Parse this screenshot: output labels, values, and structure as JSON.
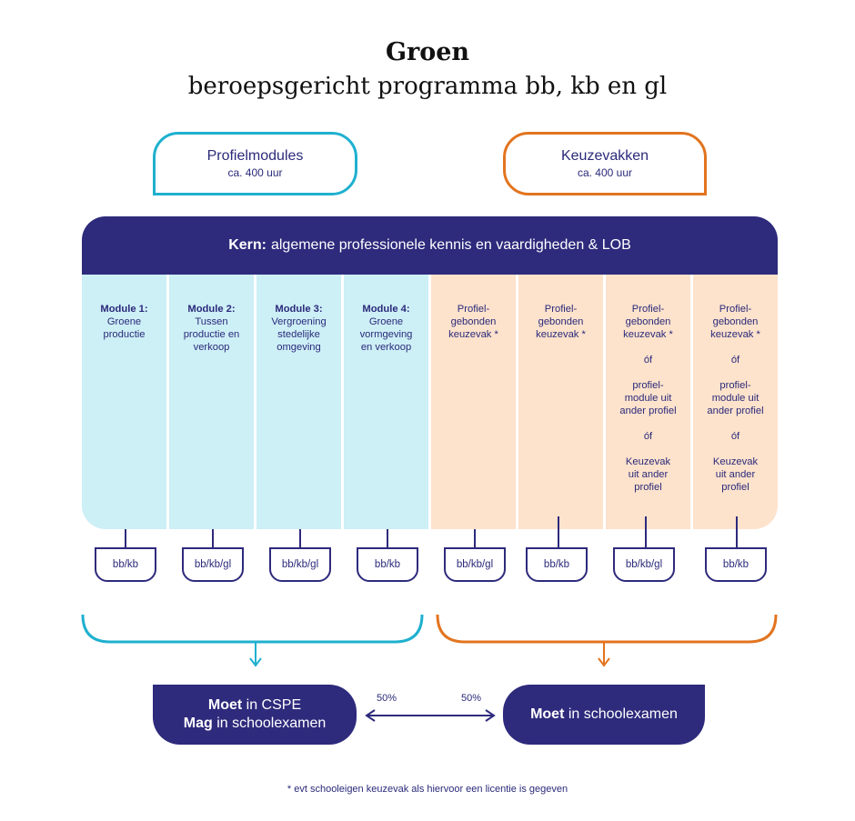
{
  "title": "Groen",
  "subtitle": "beroepsgericht programma bb, kb en gl",
  "headers": {
    "left": {
      "title": "Profielmodules",
      "sub": "ca. 400 uur"
    },
    "right": {
      "title": "Keuzevakken",
      "sub": "ca. 400 uur"
    }
  },
  "kern": {
    "bold": "Kern:",
    "text": "algemene professionele kennis en vaardigheden & LOB"
  },
  "columns": [
    {
      "bold": "Module 1:",
      "lines": [
        "Groene",
        "productie"
      ],
      "tag": "bb/kb"
    },
    {
      "bold": "Module 2:",
      "lines": [
        "Tussen",
        "productie en",
        "verkoop"
      ],
      "tag": "bb/kb/gl"
    },
    {
      "bold": "Module 3:",
      "lines": [
        "Vergroening",
        "stedelijke",
        "omgeving"
      ],
      "tag": "bb/kb/gl"
    },
    {
      "bold": "Module 4:",
      "lines": [
        "Groene",
        "vormgeving",
        "en verkoop"
      ],
      "tag": "bb/kb"
    },
    {
      "l1": "Profiel-",
      "l2": "gebonden",
      "l3": "keuzevak *",
      "tag": "bb/kb/gl"
    },
    {
      "l1": "Profiel-",
      "l2": "gebonden",
      "l3": "keuzevak *",
      "tag": "bb/kb"
    },
    {
      "l1": "Profiel-",
      "l2": "gebonden",
      "l3": "keuzevak *",
      "of1": "óf",
      "m1": "profiel-",
      "m2": "module uit",
      "m3": "ander profiel",
      "of2": "óf",
      "k1": "Keuzevak",
      "k2": "uit ander",
      "k3": "profiel",
      "tag": "bb/kb/gl"
    },
    {
      "l1": "Profiel-",
      "l2": "gebonden",
      "l3": "keuzevak *",
      "of1": "óf",
      "m1": "profiel-",
      "m2": "module uit",
      "m3": "ander profiel",
      "of2": "óf",
      "k1": "Keuzevak",
      "k2": "uit ander",
      "k3": "profiel",
      "tag": "bb/kb"
    }
  ],
  "exams": {
    "left": {
      "bold1": "Moet",
      "text1": "in CSPE",
      "bold2": "Mag",
      "text2": "in schoolexamen"
    },
    "right": {
      "bold1": "Moet",
      "text1": "in schoolexamen"
    }
  },
  "percent_left": "50%",
  "percent_right": "50%",
  "footnote": "* evt schooleigen keuzevak als hiervoor een licentie is gegeven",
  "colors": {
    "navy": "#2e2a7c",
    "cyan": "#1fb0cf",
    "orange": "#e2741f",
    "light_blue": "#cdeff6",
    "peach": "#fde2cc"
  }
}
